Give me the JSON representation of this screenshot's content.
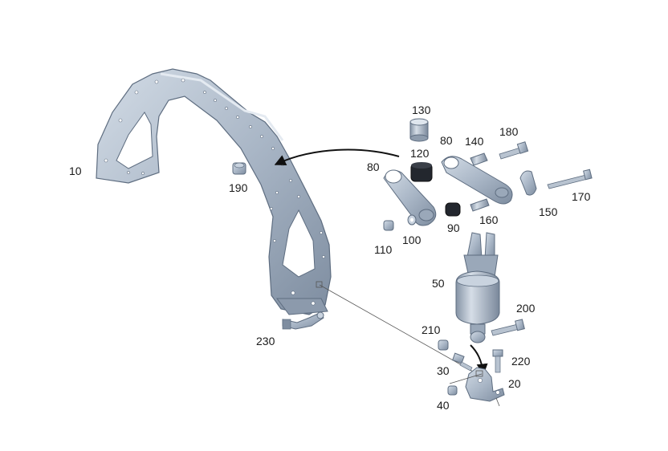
{
  "labels": {
    "l10": "10",
    "l20": "20",
    "l30": "30",
    "l40": "40",
    "l50": "50",
    "l80a": "80",
    "l80b": "80",
    "l90": "90",
    "l100": "100",
    "l110": "110",
    "l120": "120",
    "l130": "130",
    "l140": "140",
    "l150": "150",
    "l160": "160",
    "l170": "170",
    "l180": "180",
    "l190": "190",
    "l200": "200",
    "l210": "210",
    "l220": "220",
    "l230": "230"
  },
  "colors": {
    "part_fill": "#a9b6c6",
    "part_light": "#c9d3df",
    "part_dark": "#6f7f93",
    "part_black": "#1e2228",
    "line": "#333333"
  }
}
